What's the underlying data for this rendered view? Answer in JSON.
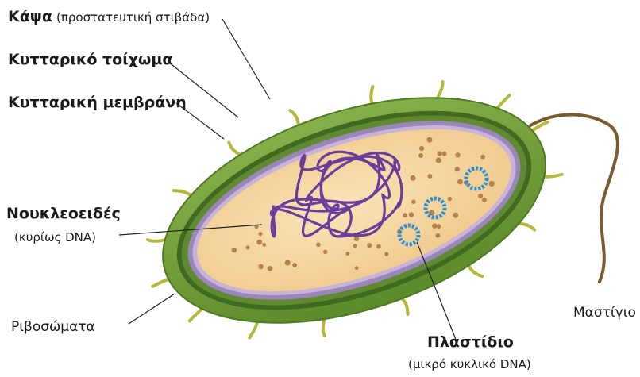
{
  "labels": {
    "capsule": {
      "title": "Κάψα",
      "note": "(προστατευτική στιβάδα)"
    },
    "cell_wall": "Κυτταρικό τοίχωμα",
    "cell_membrane": "Κυτταρική μεμβράνη",
    "nucleoid": {
      "title": "Νουκλεοειδές",
      "note": "(κυρίως DNA)"
    },
    "ribosomes": "Ριβοσώματα",
    "plasmid": {
      "title": "Πλαστίδιο",
      "note": "(μικρό κυκλικό DNA)"
    },
    "flagellum": "Μαστίγιο"
  },
  "colors": {
    "capsule": "#6f9a36",
    "cell_wall": "#3f6a1f",
    "membrane": "#9a86b8",
    "cytoplasm": "#f5d39d",
    "dna": "#6a3d9a",
    "ribosome": "#b8804a",
    "plasmid": "#2f8fd0",
    "pili": "#b5b83a",
    "flagellum": "#7a5a2e"
  }
}
